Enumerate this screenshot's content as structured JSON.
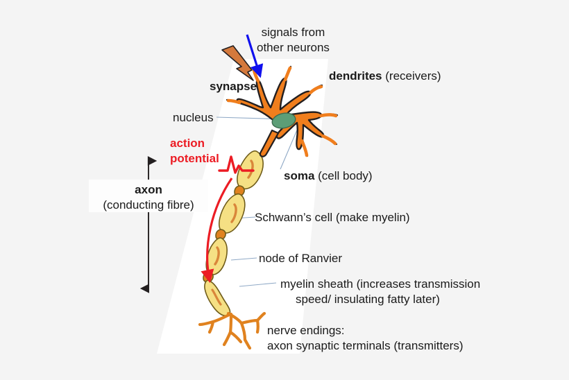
{
  "figure": {
    "title": "Neuron structure diagram",
    "background_color": "#f4f4f4",
    "band_color": "#ffffff"
  },
  "colors": {
    "soma": "#f07e1d",
    "soma_outline": "#231f20",
    "nucleus": "#5c9e77",
    "myelin": "#f5e084",
    "myelin_outline": "#7c6a1e",
    "node": "#e0821f",
    "synapse_bolt": "#d4793c",
    "blue_arrow": "#1010ee",
    "red": "#ec1c24",
    "leader_line": "#8fa9c6",
    "axon_arrow": "#231f20",
    "text": "#1a1a1a"
  },
  "labels": {
    "signals": {
      "line1": "signals from",
      "line2": "other neurons"
    },
    "synapse": "synapse",
    "dendrites_bold": "dendrites",
    "dendrites_rest": " (receivers)",
    "nucleus": "nucleus",
    "action_potential": {
      "line1": "action",
      "line2": "potential"
    },
    "axon_bold": "axon",
    "axon_rest": "(conducting fibre)",
    "soma_bold": "soma",
    "soma_rest": " (cell body)",
    "schwann": "Schwann’s cell (make myelin)",
    "node_of_ranvier": "node of Ranvier",
    "myelin_sheath": {
      "line1": "myelin sheath (increases transmission",
      "line2": "speed/ insulating fatty later)"
    },
    "nerve_endings": {
      "line1": "nerve endings:",
      "line2": "axon synaptic terminals (transmitters)"
    }
  }
}
